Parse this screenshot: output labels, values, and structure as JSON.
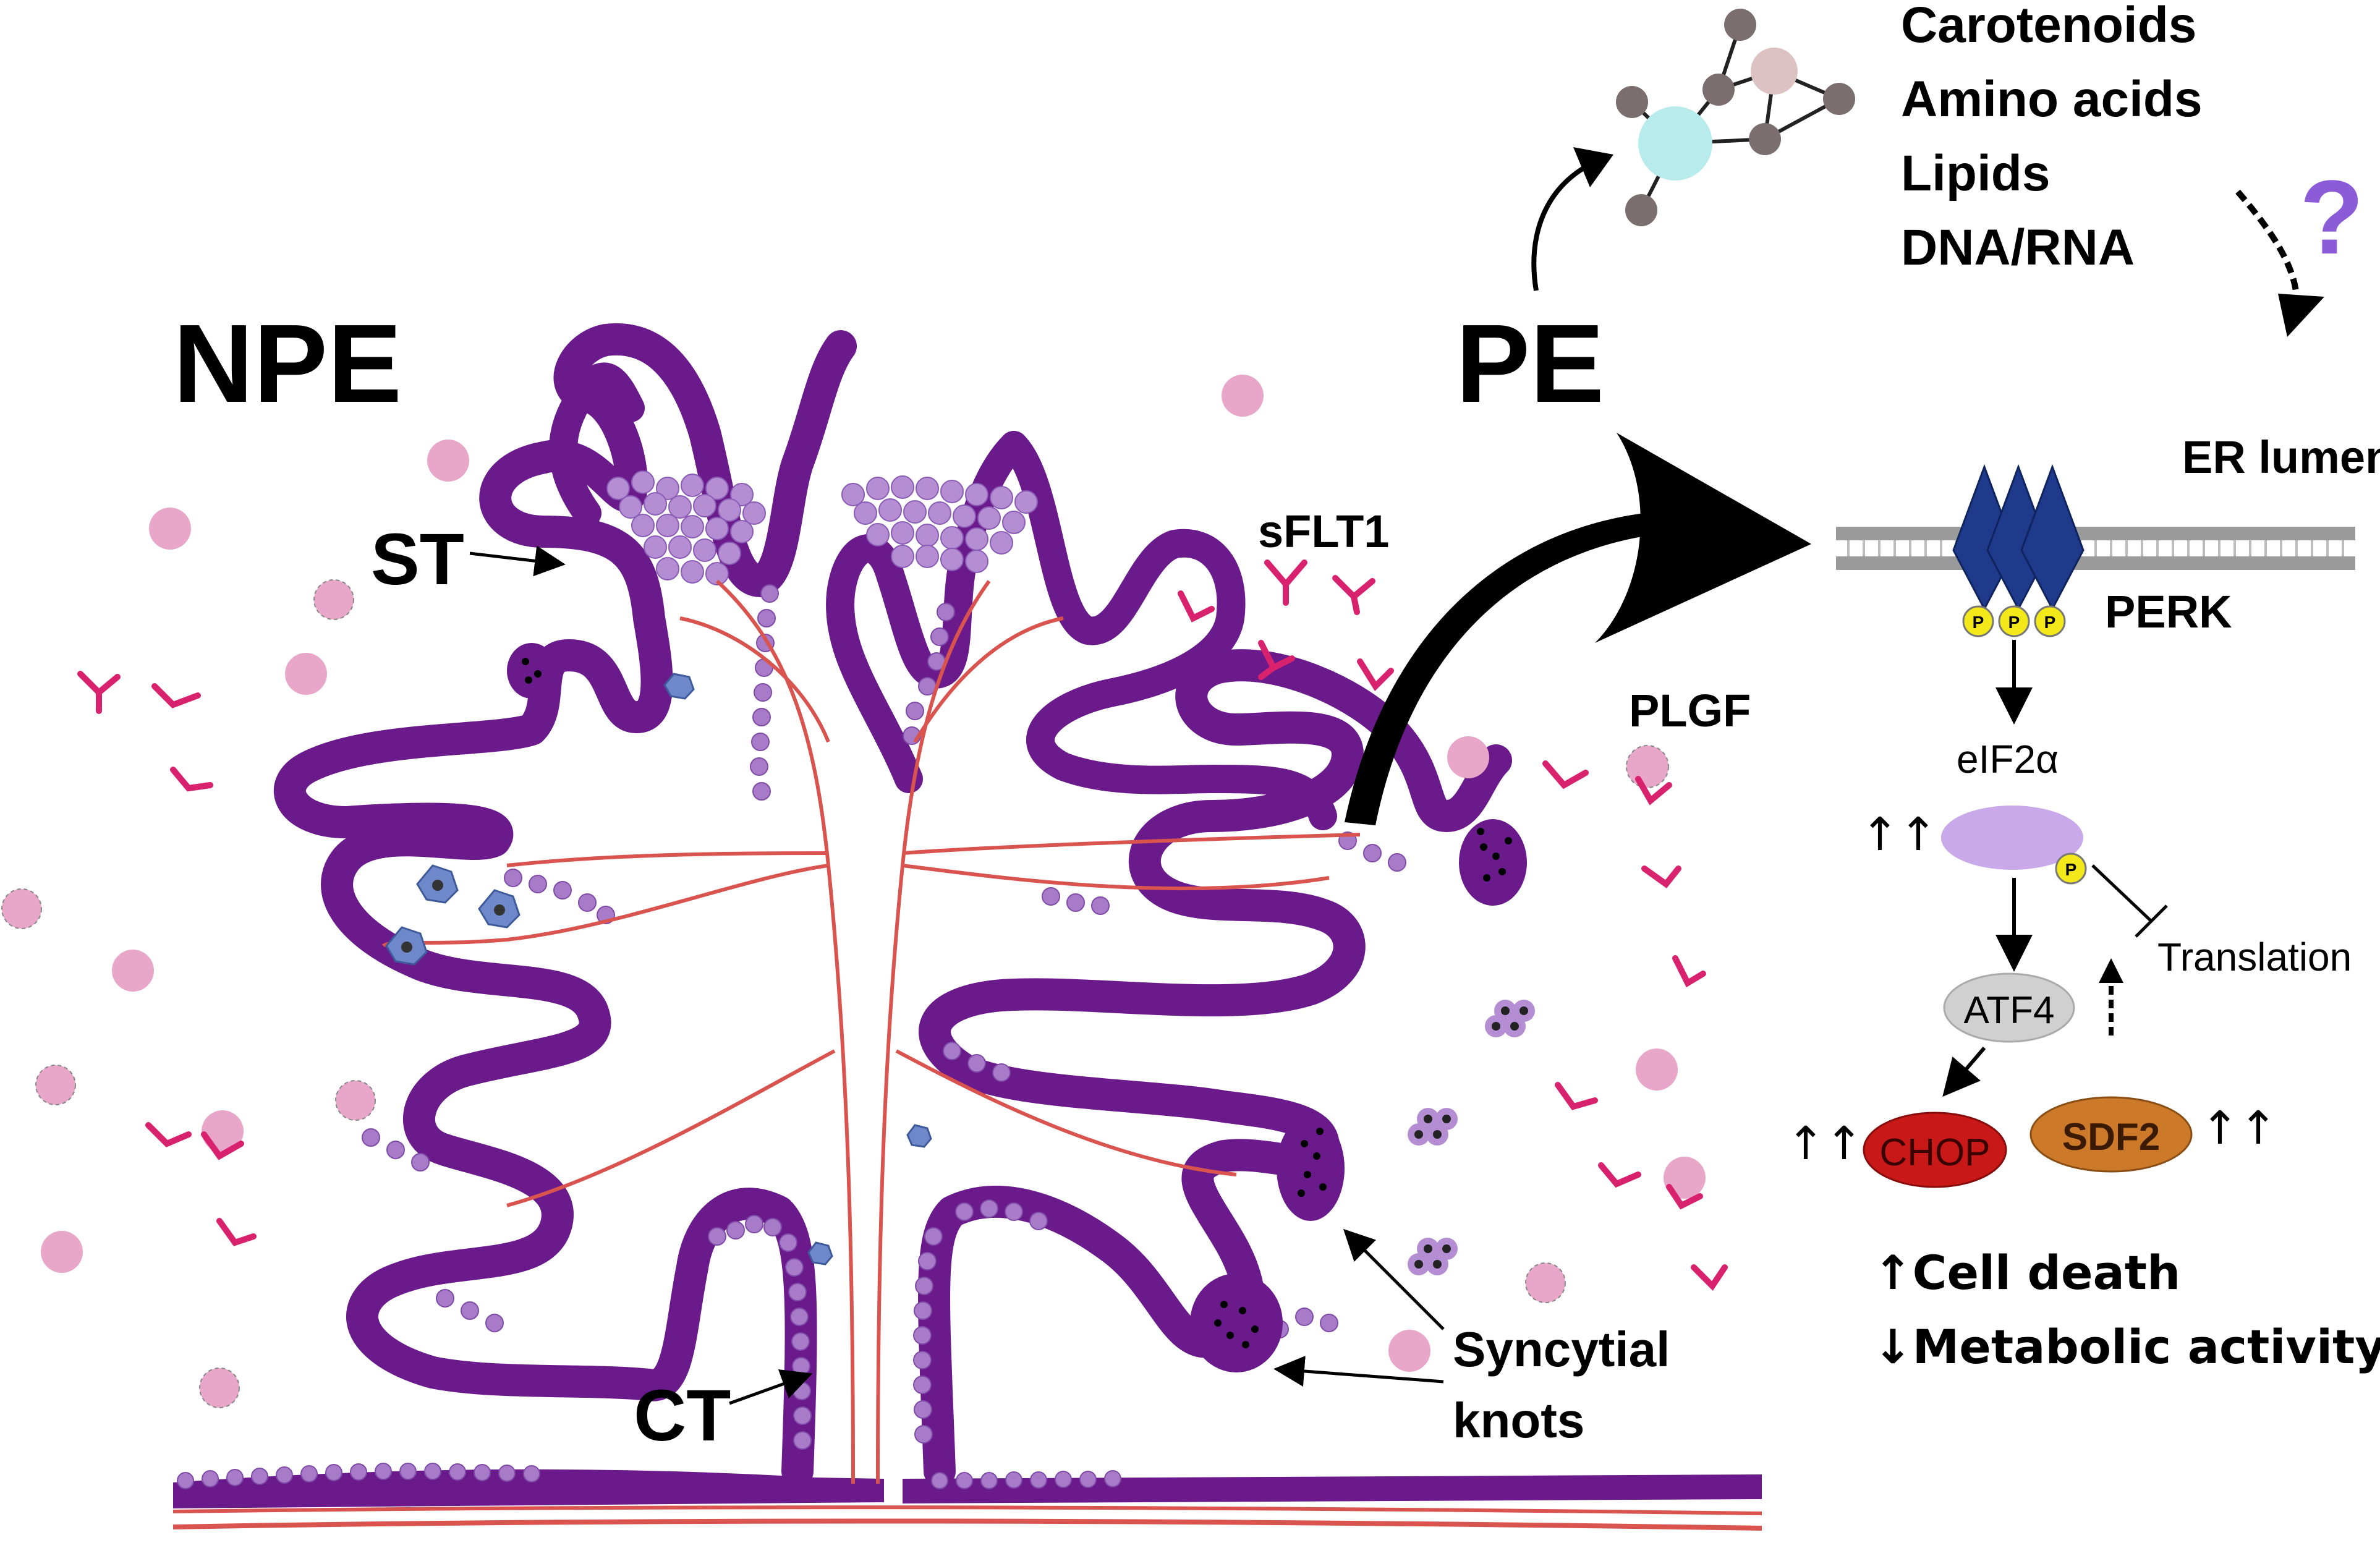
{
  "labels": {
    "npe": "NPE",
    "pe": "PE",
    "st": "ST",
    "ct": "CT",
    "sflt1": "sFLT1",
    "plgf": "PLGF",
    "syncytial": "Syncytial",
    "knots": "knots",
    "question": "?"
  },
  "metabolites": [
    "Carotenoids",
    "Amino acids",
    "Lipids",
    "DNA/RNA"
  ],
  "pathway": {
    "er_lumen": "ER lumen",
    "perk": "PERK",
    "eif2a": "eIF2α",
    "p": "P",
    "translation": "Translation",
    "atf4": "ATF4",
    "chop": "CHOP",
    "sdf2": "SDF2",
    "up_up": "↑↑",
    "cell_death": "↑Cell death",
    "metabolic_activity": "↓Metabolic activity"
  },
  "colors": {
    "villus_outer": "#6a1a8a",
    "villus_light": "#a77bc8",
    "vessel_red": "#d9534f",
    "sflt1_magenta": "#d8226e",
    "plgf_pink": "#e8a6c8",
    "perk_blue": "#1f3a8a",
    "eif2a_lavender": "#c9a9e9",
    "atf4_grey": "#d0d0d0",
    "chop_red": "#c81818",
    "sdf2_orange": "#cc7a2a",
    "phospho_yellow": "#f2e81a"
  }
}
